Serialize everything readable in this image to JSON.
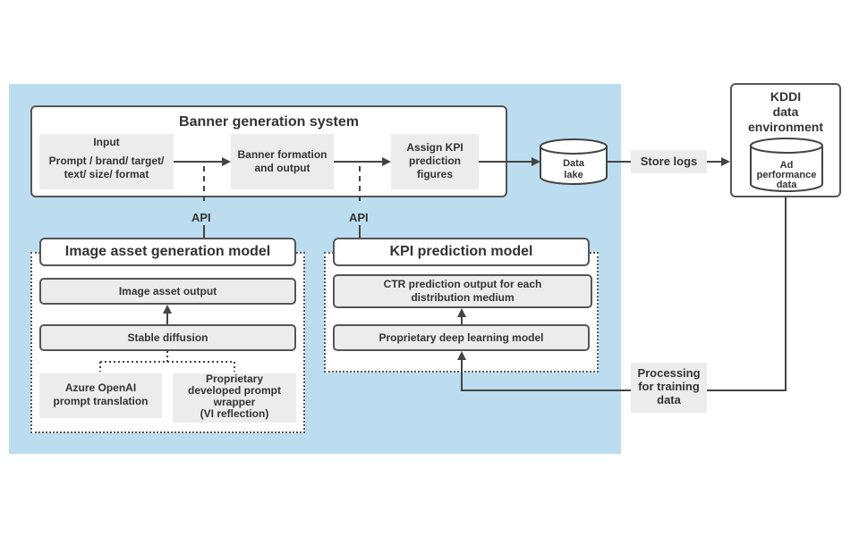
{
  "banner_system": {
    "title": "Banner generation system",
    "input_title": "Input",
    "input_desc_line1": "Prompt / brand/ target/",
    "input_desc_line2": "text/ size/ format",
    "formation_line1": "Banner formation",
    "formation_line2": "and output",
    "assign_line1": "Assign KPI",
    "assign_line2": "prediction",
    "assign_line3": "figures"
  },
  "data_lake": {
    "line1": "Data",
    "line2": "lake"
  },
  "store_logs": "Store logs",
  "kddi": {
    "title_line1": "KDDI",
    "title_line2": "data",
    "title_line3": "environment",
    "db_line1": "Ad",
    "db_line2": "performance",
    "db_line3": "data"
  },
  "api_labels": {
    "left": "API",
    "right": "API"
  },
  "image_model": {
    "title": "Image asset generation model",
    "output": "Image asset output",
    "stable": "Stable diffusion",
    "azure_line1": "Azure OpenAI",
    "azure_line2": "prompt translation",
    "wrapper_line1": "Proprietary",
    "wrapper_line2": "developed prompt",
    "wrapper_line3": "wrapper",
    "wrapper_line4": "(VI reflection)"
  },
  "kpi_model": {
    "title": "KPI prediction model",
    "ctr_line1": "CTR prediction output for each",
    "ctr_line2": "distribution medium",
    "deep": "Proprietary deep learning model"
  },
  "processing": {
    "line1": "Processing",
    "line2": "for training",
    "line3": "data"
  },
  "colors": {
    "panel_bg": "#bcdcf0",
    "box_gray": "#ececec",
    "stroke": "#555555"
  }
}
